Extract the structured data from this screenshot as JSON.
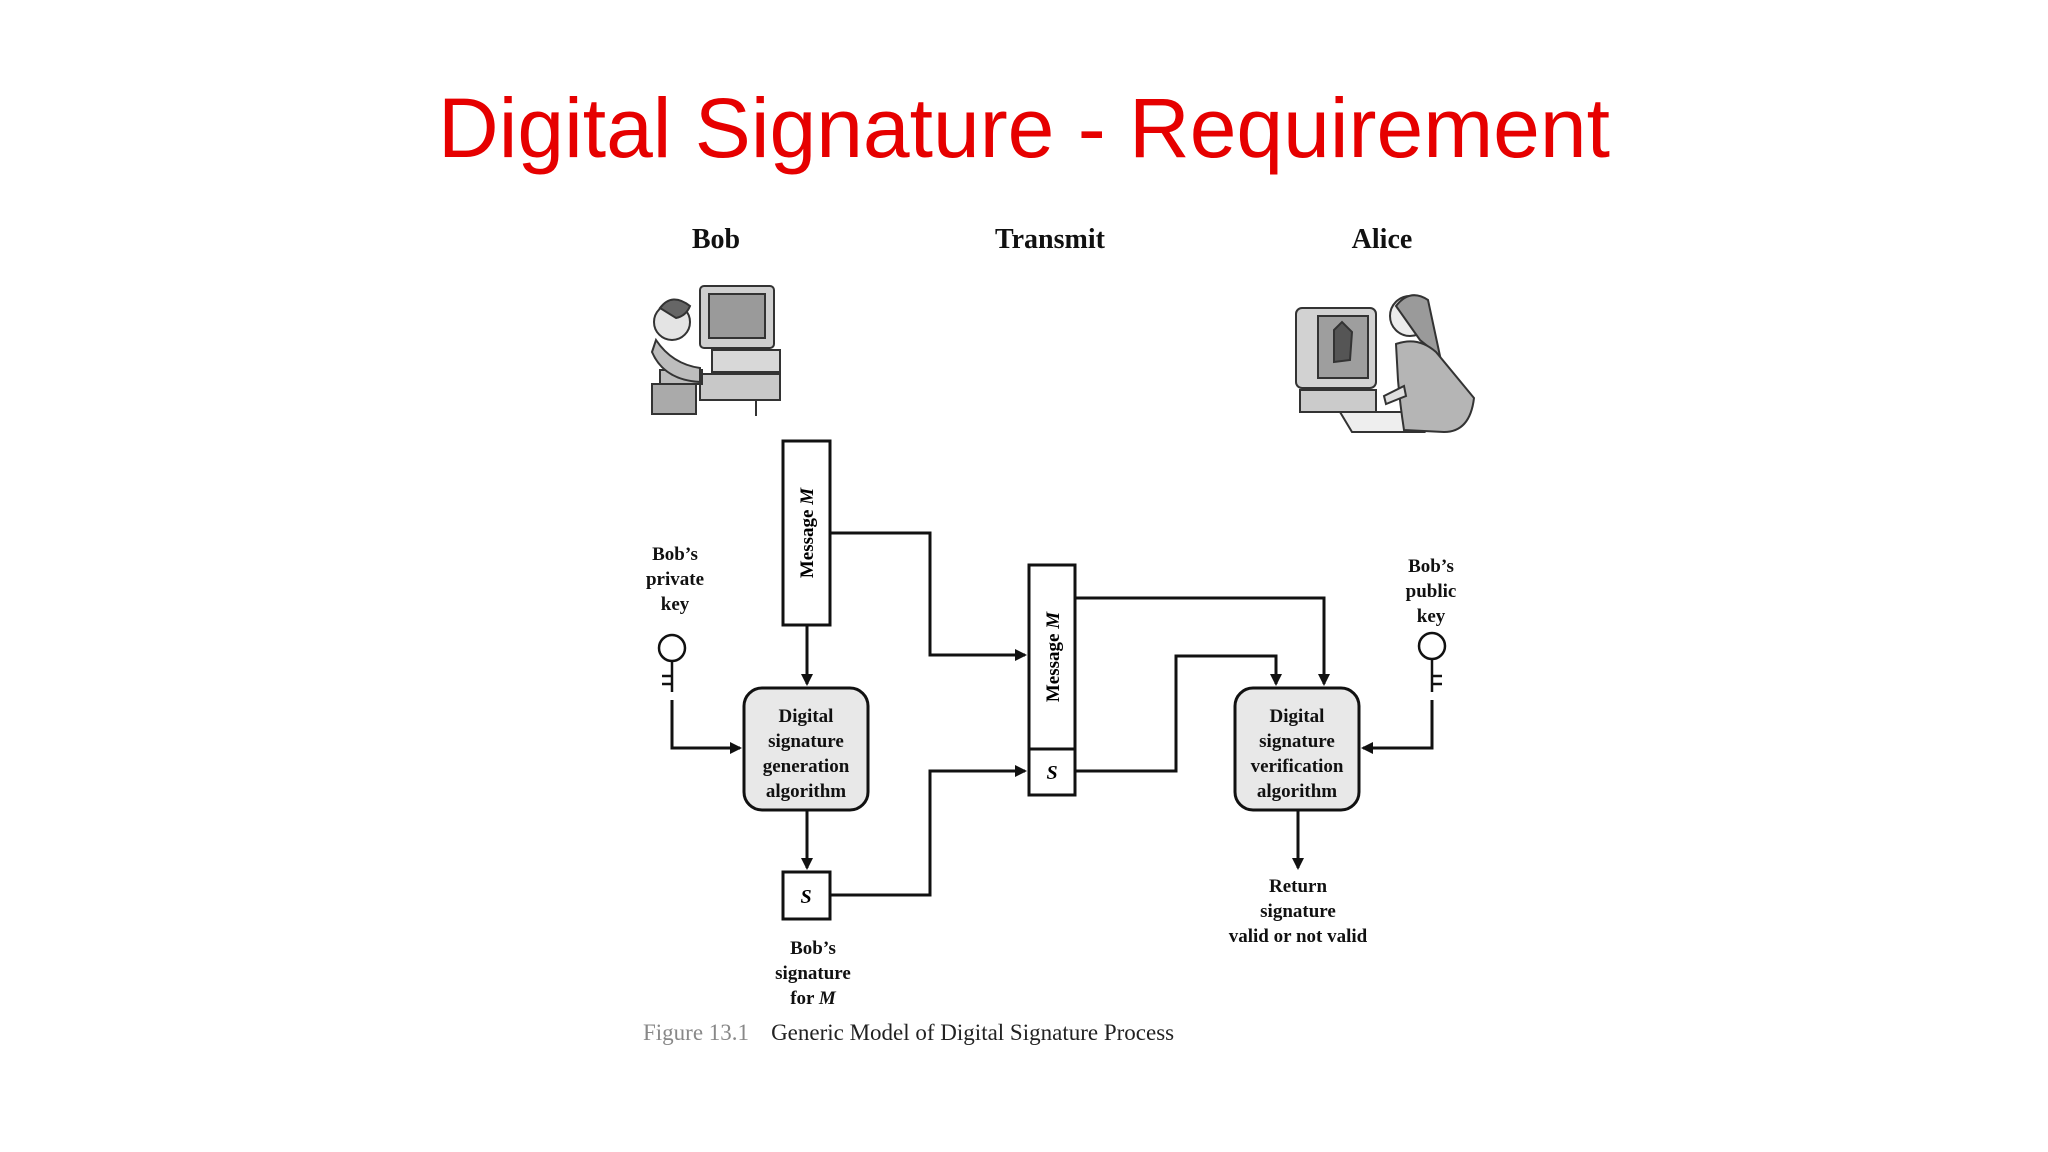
{
  "title": "Digital Signature - Requirement",
  "parties": {
    "bob": "Bob",
    "transmit": "Transmit",
    "alice": "Alice"
  },
  "message_box_label": "Message",
  "message_var": "M",
  "signature_symbol": "S",
  "bob_private_key": [
    "Bob’s",
    "private",
    "key"
  ],
  "bob_public_key": [
    "Bob’s",
    "public",
    "key"
  ],
  "generation_algorithm": [
    "Digital",
    "signature",
    "generation",
    "algorithm"
  ],
  "verification_algorithm": [
    "Digital",
    "signature",
    "verification",
    "algorithm"
  ],
  "bob_signature_label": [
    "Bob’s",
    "signature",
    "for"
  ],
  "return_label": [
    "Return",
    "signature",
    "valid or not valid"
  ],
  "caption": {
    "figure": "Figure 13.1",
    "text": "Generic Model of Digital Signature Process"
  },
  "colors": {
    "title": "#e60000",
    "diagram_line": "#111111",
    "algorithm_box_fill": "#e8e8e8"
  }
}
